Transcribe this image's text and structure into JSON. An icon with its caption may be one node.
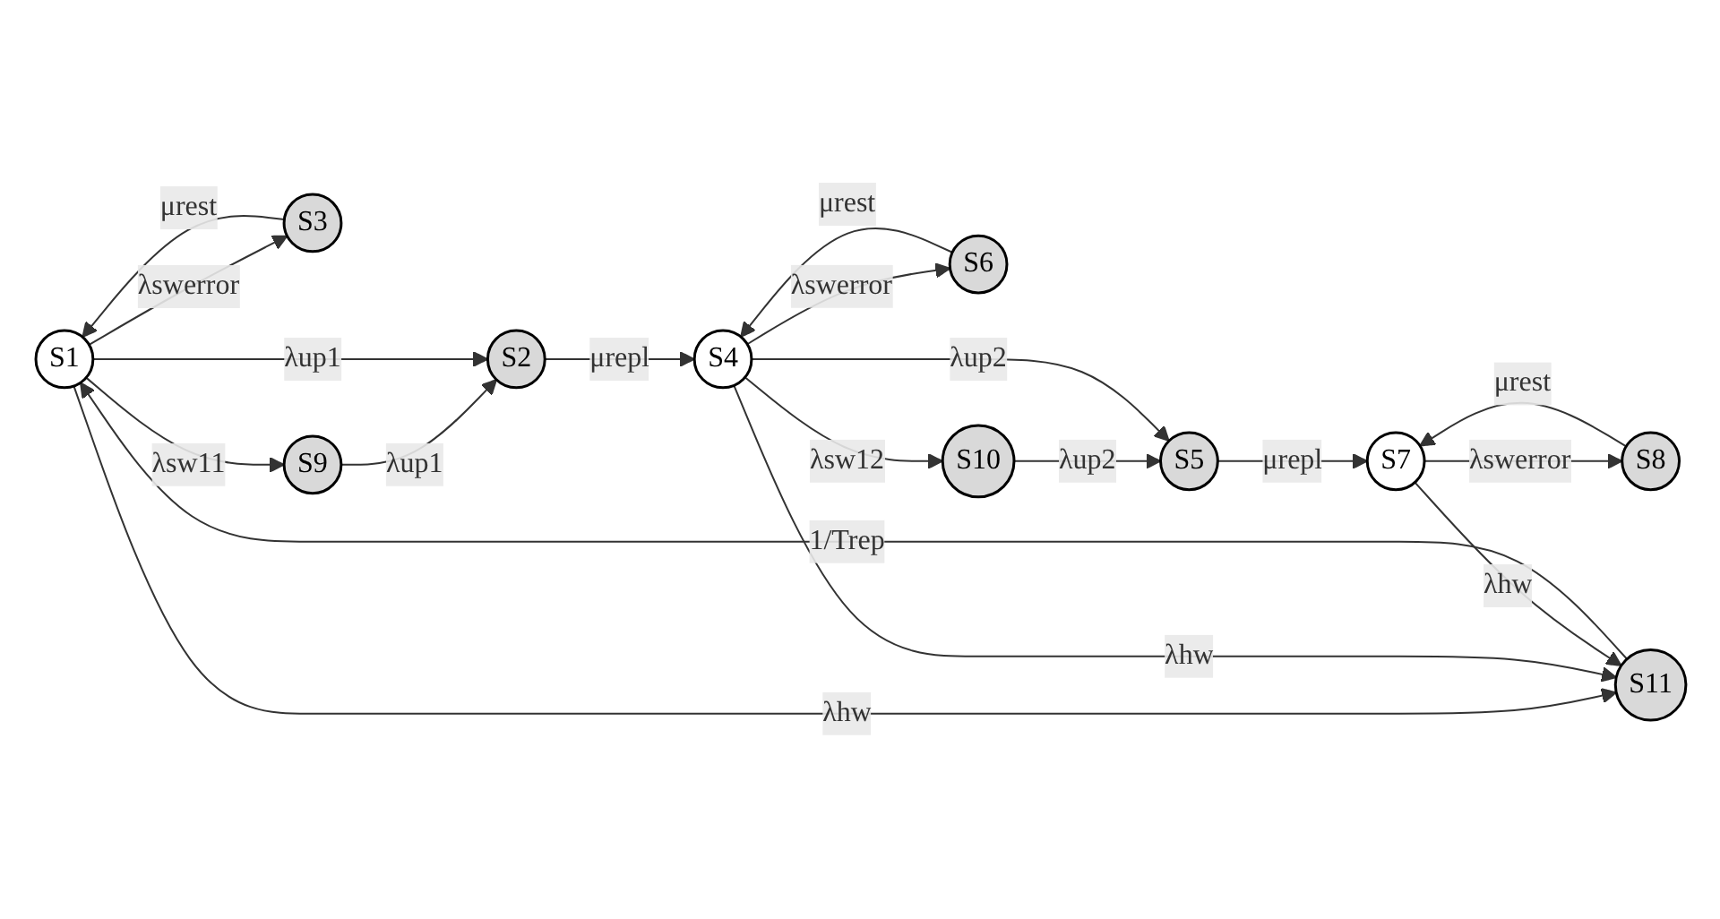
{
  "diagram": {
    "nodes": [
      {
        "text": [
          "S1"
        ]
      },
      {
        "text": [
          "S2"
        ]
      },
      {
        "text": [
          "S3"
        ]
      },
      {
        "text": [
          "S4"
        ]
      },
      {
        "text": [
          "S5"
        ]
      },
      {
        "text": [
          "S6"
        ]
      },
      {
        "text": [
          "S7"
        ]
      },
      {
        "text": [
          "S8"
        ]
      },
      {
        "text": [
          "S9"
        ]
      },
      {
        "text": [
          "S10"
        ]
      },
      {
        "text": [
          "S11"
        ]
      }
    ],
    "edges": [
      {
        "from": 0,
        "to": 8,
        "arrow": "to",
        "label": "λsw11"
      },
      {
        "from": 8,
        "to": 1,
        "arrow": "to",
        "label": "λup1"
      },
      {
        "from": 0,
        "to": 1,
        "arrow": "to",
        "label": "λup1"
      },
      {
        "from": 0,
        "to": 2,
        "arrow": "to",
        "label": "λswerror"
      },
      {
        "from": 2,
        "to": 0,
        "arrow": "to",
        "label": "μrest"
      },
      {
        "from": 0,
        "to": 10,
        "arrow": "to",
        "label": "λhw"
      },
      {
        "from": 10,
        "to": 0,
        "arrow": "to",
        "label": "1/Trep"
      },
      {
        "from": 1,
        "to": 3,
        "arrow": "to",
        "label": "μrepl"
      },
      {
        "from": 3,
        "to": 9,
        "arrow": "to",
        "label": "λsw12"
      },
      {
        "from": 9,
        "to": 4,
        "arrow": "to",
        "label": "λup2"
      },
      {
        "from": 3,
        "to": 4,
        "arrow": "to",
        "label": "λup2"
      },
      {
        "from": 3,
        "to": 5,
        "arrow": "to",
        "label": "λswerror"
      },
      {
        "from": 5,
        "to": 3,
        "arrow": "to",
        "label": "μrest"
      },
      {
        "from": 3,
        "to": 10,
        "arrow": "to",
        "label": "λhw"
      },
      {
        "from": 4,
        "to": 6,
        "arrow": "to",
        "label": "μrepl"
      },
      {
        "from": 6,
        "to": 10,
        "arrow": "to",
        "label": "λhw"
      },
      {
        "from": 6,
        "to": 7,
        "arrow": "to",
        "label": "λswerror"
      },
      {
        "from": 7,
        "to": 6,
        "arrow": "to",
        "label": "μrest"
      }
    ]
  }
}
